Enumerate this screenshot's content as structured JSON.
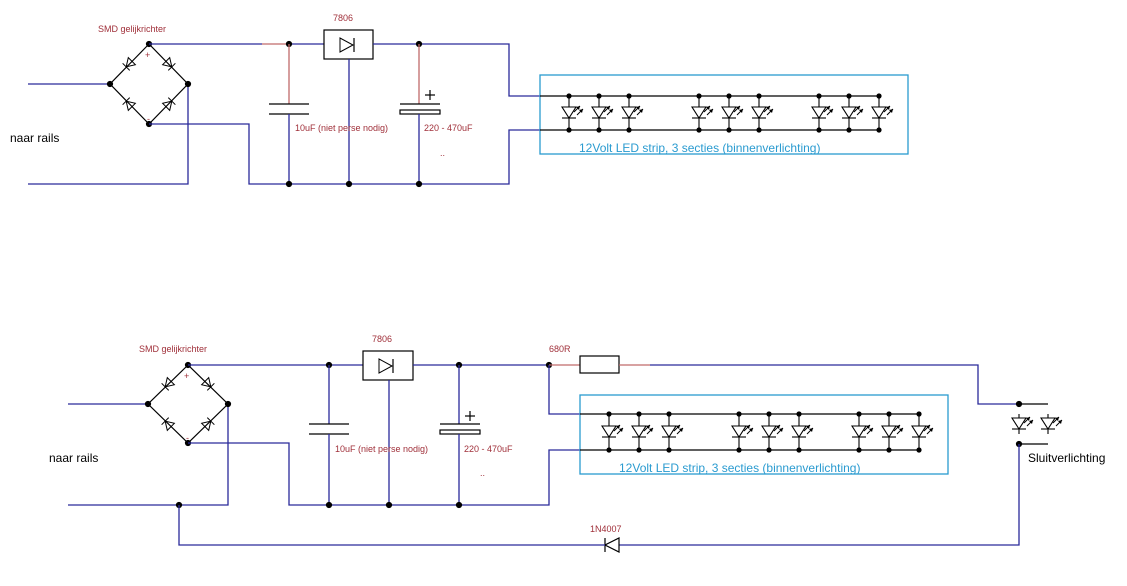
{
  "top": {
    "bridge_label": "SMD gelijkrichter",
    "regulator_label": "7806",
    "cap1_label": "10uF (niet perse nodig)",
    "cap2_label": "220 - 470uF",
    "cap2_note": "..",
    "rails_label": "naar rails",
    "strip_label": "12Volt LED strip, 3 secties (binnenverlichting)",
    "bridge_plus": "+",
    "bridge_minus": "-"
  },
  "bottom": {
    "bridge_label": "SMD gelijkrichter",
    "regulator_label": "7806",
    "cap1_label": "10uF (niet perse nodig)",
    "cap2_label": "220 - 470uF",
    "cap2_note": "..",
    "rails_label": "naar rails",
    "strip_label": "12Volt LED strip, 3 secties (binnenverlichting)",
    "resistor_label": "680R",
    "diode_label": "1N4007",
    "tail_label": "Sluitverlichting",
    "bridge_plus": "+",
    "bridge_minus": "-"
  }
}
